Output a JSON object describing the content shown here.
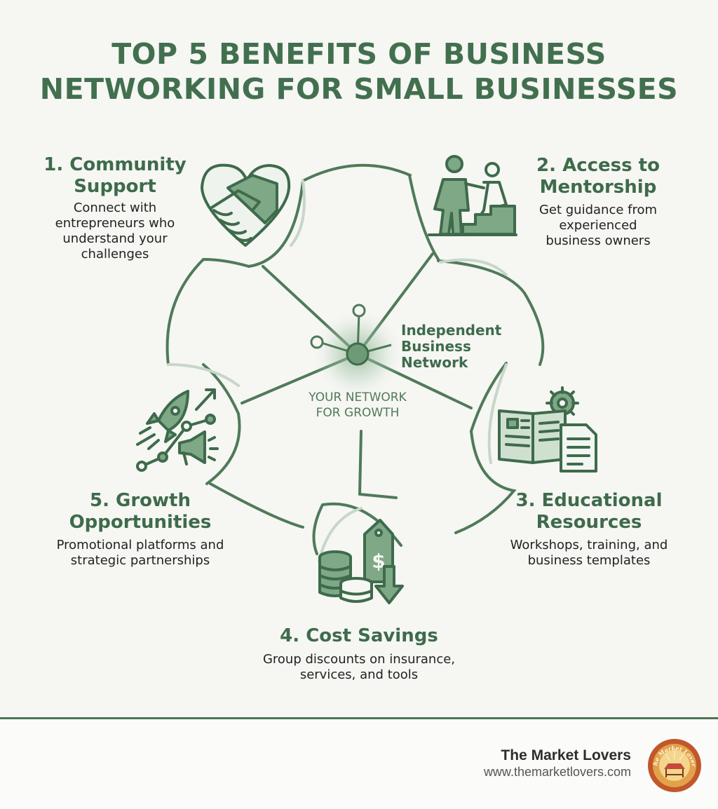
{
  "title": {
    "line1": "TOP 5 BENEFITS OF BUSINESS",
    "line2": "NETWORKING FOR SMALL BUSINESSES"
  },
  "colors": {
    "primary": "#3e6b4b",
    "accent_fill": "#7ea886",
    "light_fill": "#cfe0d1",
    "background": "#f6f6f3"
  },
  "hub": {
    "label_line1": "Independent",
    "label_line2": "Business",
    "label_line3": "Network",
    "sub_line1": "YOUR NETWORK",
    "sub_line2": "FOR GROWTH"
  },
  "benefits": [
    {
      "heading_line1": "1. Community",
      "heading_line2": "Support",
      "desc": [
        "Connect with",
        "entrepreneurs who",
        "understand your",
        "challenges"
      ],
      "icon": "handshake-heart-icon"
    },
    {
      "heading_line1": "2. Access to",
      "heading_line2": "Mentorship",
      "desc": [
        "Get guidance from",
        "experienced",
        "business owners"
      ],
      "icon": "mentor-stairs-icon"
    },
    {
      "heading_line1": "3. Educational",
      "heading_line2": "Resources",
      "desc": [
        "Workshops, training, and",
        "business templates"
      ],
      "icon": "book-gear-icon"
    },
    {
      "heading_line1": "4. Cost Savings",
      "heading_line2": "",
      "desc": [
        "Group discounts on insurance,",
        "services, and tools"
      ],
      "icon": "coins-price-tag-icon"
    },
    {
      "heading_line1": "5. Growth",
      "heading_line2": "Opportunities",
      "desc": [
        "Promotional platforms and",
        "strategic partnerships"
      ],
      "icon": "rocket-growth-icon"
    }
  ],
  "footer": {
    "brand": "The Market Lovers",
    "url": "www.themarketlovers.com",
    "logo_text": "The Market Lovers",
    "logo_icon": "market-stall-logo-icon"
  }
}
